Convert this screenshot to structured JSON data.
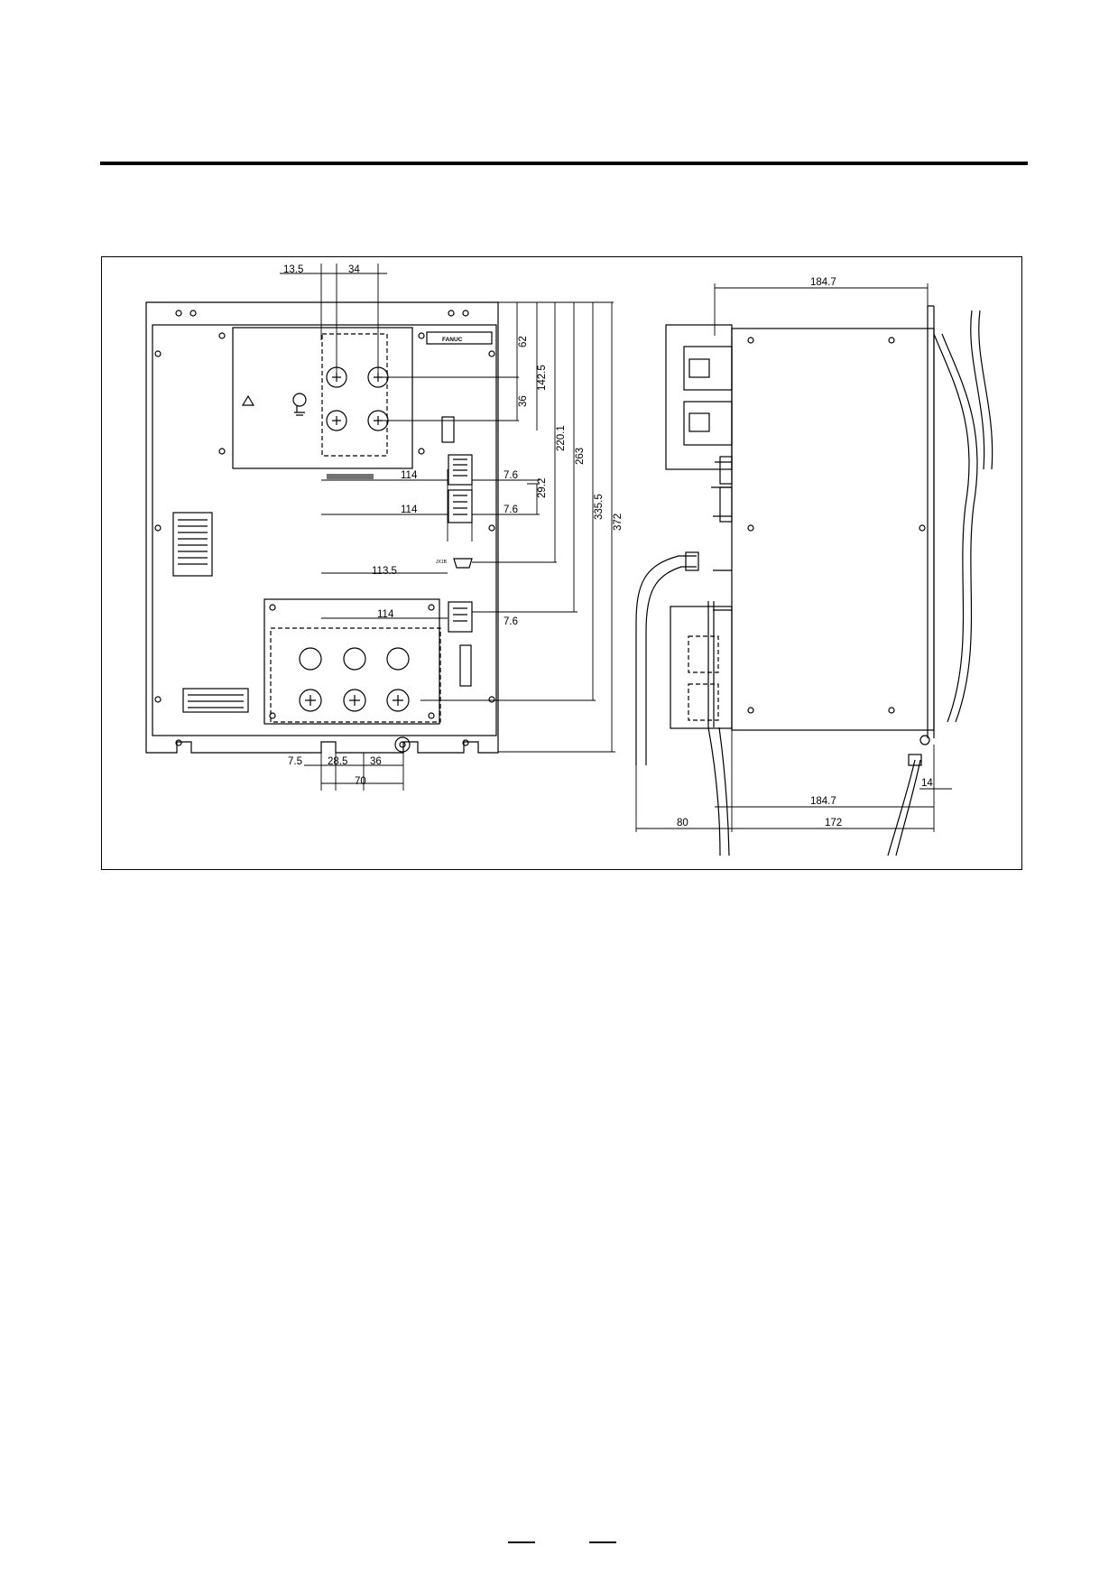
{
  "front_view": {
    "top_dims": {
      "offset": "13.5",
      "pitch": "34"
    },
    "vertical_dims": [
      "62",
      "36",
      "142.5",
      "220.1",
      "263",
      "335.5",
      "372",
      "29.2"
    ],
    "horizontal_dims": [
      {
        "left": "114",
        "right": "7.6"
      },
      {
        "left": "114",
        "right": "7.6"
      },
      {
        "left": "113.5"
      },
      {
        "left": "114",
        "right": "7.6"
      }
    ],
    "bottom_dims": {
      "a": "7.5",
      "b": "28.5",
      "c": "36",
      "total": "70"
    },
    "brand_label": "FANUC",
    "connector_label": "JX1B"
  },
  "side_view": {
    "top_width": "184.7",
    "bottom_width": "184.7",
    "flange": "14",
    "cable_clearance": "80",
    "depth": "172"
  },
  "colors": {
    "line": "#000000",
    "background": "#ffffff"
  },
  "icons": [
    "warning-triangle-icon",
    "ground-symbol-icon"
  ]
}
